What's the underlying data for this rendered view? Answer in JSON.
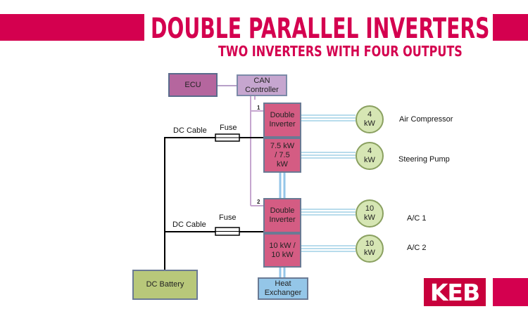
{
  "header": {
    "title": "DOUBLE PARALLEL INVERTERS",
    "subtitle": "TWO INVERTERS WITH FOUR OUTPUTS"
  },
  "diagram": {
    "ecu": "ECU",
    "can_controller": "CAN Controller",
    "inverter1": {
      "number": "1",
      "top": "Double Inverter",
      "bottom": "7.5 kW / 7.5 kW"
    },
    "inverter2": {
      "number": "2",
      "top": "Double Inverter",
      "bottom": "10 kW / 10 kW"
    },
    "dc_cable_1": "DC Cable",
    "fuse_1": "Fuse",
    "dc_cable_2": "DC Cable",
    "fuse_2": "Fuse",
    "dc_battery": "DC Battery",
    "heat_exchanger": "Heat Exchanger",
    "outputs": [
      {
        "power": "4 kW",
        "label": "Air Compressor"
      },
      {
        "power": "4 kW",
        "label": "Steering Pump"
      },
      {
        "power": "10 kW",
        "label": "A/C 1"
      },
      {
        "power": "10 kW",
        "label": "A/C 2"
      }
    ]
  },
  "logo": "KEB",
  "colors": {
    "brand": "#d4004f",
    "ecu": "#b5669e",
    "can_controller": "#c6a6cf",
    "inverter": "#d45c83",
    "battery": "#b8c87a",
    "heat_exchanger": "#94c6e8",
    "output_circle": "#d6e6b4"
  }
}
